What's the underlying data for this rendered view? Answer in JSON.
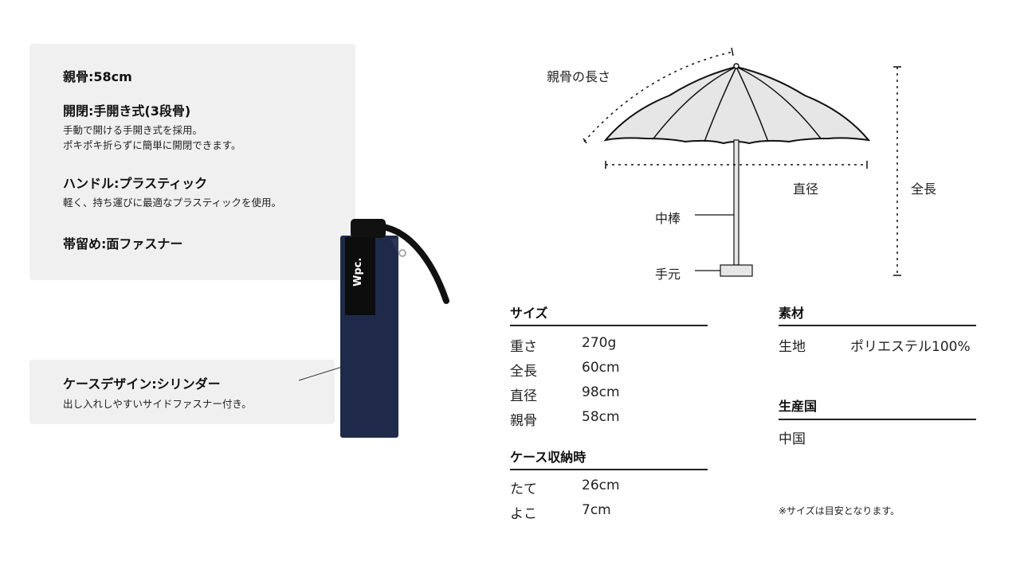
{
  "features": [
    {
      "title": "親骨:58cm"
    },
    {
      "title": "開閉:手開き式(3段骨)",
      "desc": [
        "手動で開ける手開き式を採用。",
        "ポキポキ折らずに簡単に開閉できます。"
      ]
    },
    {
      "title": "ハンドル:プラスティック",
      "desc": [
        "軽く、持ち運びに最適なプラスティックを使用。"
      ]
    },
    {
      "title": "帯留め:面ファスナー"
    }
  ],
  "case_feature": {
    "title": "ケースデザイン:シリンダー",
    "desc": "出し入れしやすいサイドファスナー付き。"
  },
  "product_logo": "Wpc.",
  "diagram": {
    "rib_length": "親骨の長さ",
    "diameter": "直径",
    "total_length": "全長",
    "shaft": "中棒",
    "handle": "手元"
  },
  "size": {
    "heading": "サイズ",
    "rows": [
      {
        "label": "重さ",
        "value": "270g"
      },
      {
        "label": "全長",
        "value": "60cm"
      },
      {
        "label": "直径",
        "value": "98cm"
      },
      {
        "label": "親骨",
        "value": "58cm"
      }
    ]
  },
  "case_size": {
    "heading": "ケース収納時",
    "rows": [
      {
        "label": "たて",
        "value": "26cm"
      },
      {
        "label": "よこ",
        "value": "7cm"
      }
    ]
  },
  "material": {
    "heading": "素材",
    "label": "生地",
    "value": "ポリエステル100%"
  },
  "origin": {
    "heading": "生産国",
    "value": "中国"
  },
  "note": "※サイズは目安となります。",
  "colors": {
    "panel": "#f0f0f0",
    "navy": "#1f2a4a",
    "canopy": "#e6e6e6"
  }
}
